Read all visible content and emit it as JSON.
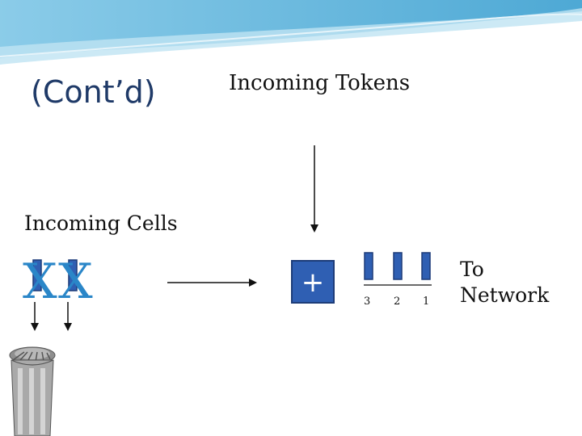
{
  "slide": {
    "title": "(Cont’d)",
    "incoming_tokens_label": "Incoming Tokens",
    "incoming_cells_label": "Incoming Cells",
    "to_network_label": [
      "To",
      "Network"
    ],
    "plus_symbol": "+",
    "queue_numbers": [
      "3",
      "2",
      "1"
    ],
    "discard_marks": [
      "X",
      "X"
    ]
  },
  "colors": {
    "accent": "#1f3a68",
    "token_blue": "#2f5fb3",
    "x_mark": "#2a86c8",
    "banner": "#5ab0d8"
  },
  "icons": {
    "trash": "trash-can-icon"
  }
}
